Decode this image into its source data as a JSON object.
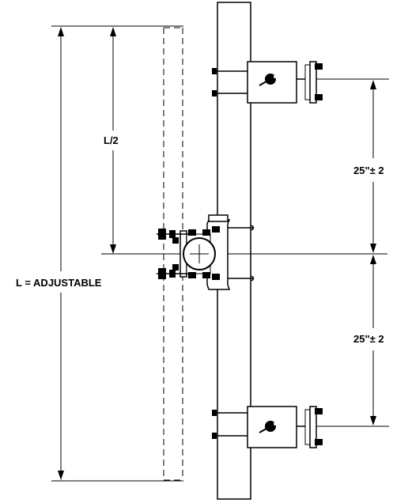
{
  "labels": {
    "length": "L = ADJUSTABLE",
    "half_length": "L/2",
    "upper_spacing": "25\"± 2",
    "lower_spacing": "25\"± 2"
  }
}
